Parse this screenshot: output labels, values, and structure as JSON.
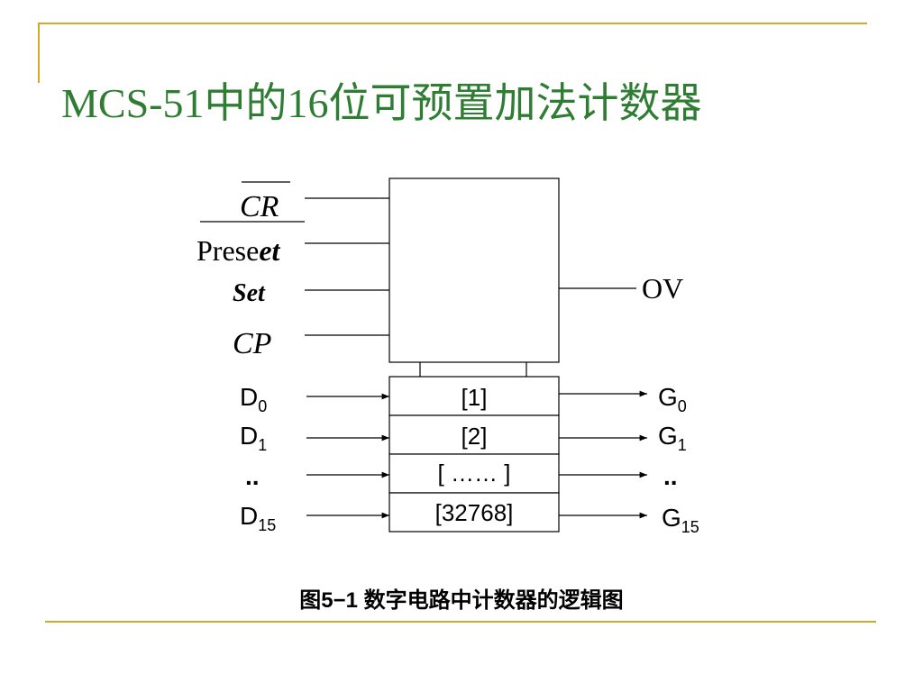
{
  "slide": {
    "title": "MCS-51中的16位可预置加法计数器",
    "caption": "图5−1  数字电路中计数器的逻辑图",
    "accent_color": "#d4a82a",
    "title_color": "#2e7d32"
  },
  "diagram": {
    "control_inputs": [
      {
        "label": "CR",
        "overline": true
      },
      {
        "label_roman": "Prese",
        "label_italic": "et",
        "overline": true
      },
      {
        "label": "Set"
      },
      {
        "label": "CP"
      }
    ],
    "output_label": "OV",
    "rows": [
      {
        "input": {
          "base": "D",
          "sub": "0"
        },
        "cell": "[1]",
        "output": {
          "base": "G",
          "sub": "0"
        }
      },
      {
        "input": {
          "base": "D",
          "sub": "1"
        },
        "cell": "[2]",
        "output": {
          "base": "G",
          "sub": "1"
        }
      },
      {
        "input": {
          "base": "..",
          "sub": ""
        },
        "cell": "[ …… ]",
        "output": {
          "base": "..",
          "sub": ""
        }
      },
      {
        "input": {
          "base": "D",
          "sub": "15"
        },
        "cell": "[32768]",
        "output": {
          "base": "G",
          "sub": "15"
        }
      }
    ]
  }
}
